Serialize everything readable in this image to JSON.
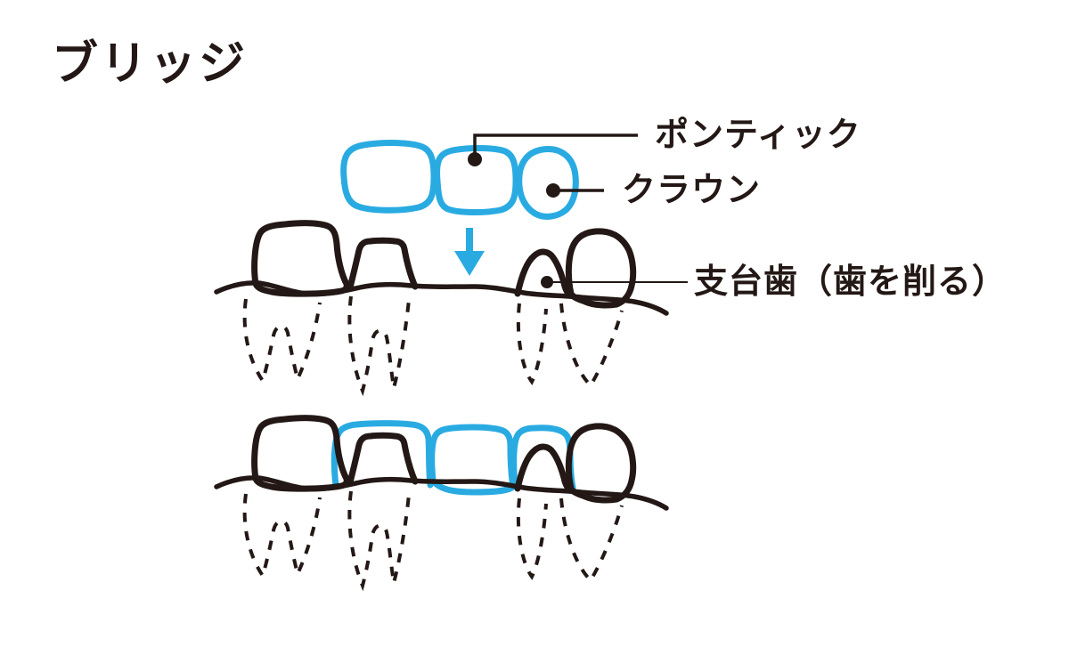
{
  "title": "ブリッジ",
  "labels": {
    "pontic": "ポンティック",
    "crown": "クラウン",
    "abutment": "支台歯（歯を削る）"
  },
  "colors": {
    "line_black": "#231815",
    "bridge_blue": "#29ABE2",
    "background": "#FFFFFF"
  }
}
